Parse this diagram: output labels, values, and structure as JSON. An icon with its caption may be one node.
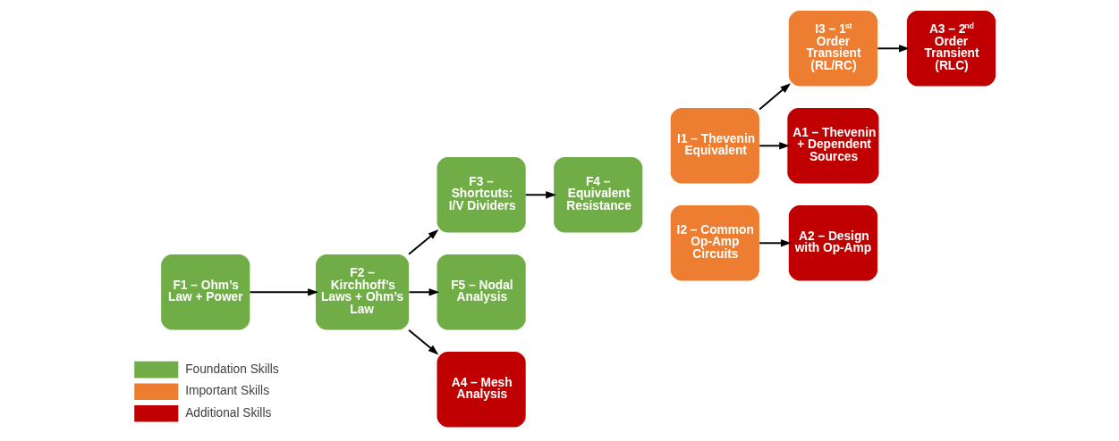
{
  "diagram": {
    "nodes": [
      {
        "text": [
          "F1 – Ohm’s Law + Power"
        ]
      },
      {
        "text": [
          "F2 – Kirchhoff’s Laws + Ohm’s Law"
        ]
      },
      {
        "text": [
          "F3 – Shortcuts: I/V Dividers"
        ]
      },
      {
        "text": [
          "F4 – Equivalent Resistance"
        ]
      },
      {
        "text": [
          "F5 – Nodal Analysis"
        ]
      },
      {
        "text": [
          "A4 – Mesh Analysis"
        ]
      },
      {
        "text": [
          "I1 – Thevenin Equivalent"
        ]
      },
      {
        "text": [
          "I2 – Common Op-Amp Circuits"
        ]
      },
      {
        "text": [
          "I3 – 1$^{st}$ Order Transient (RL/RC)"
        ]
      },
      {
        "text": [
          "A3 – 2$^{nd}$ Order Transient (RLC)"
        ]
      },
      {
        "text": [
          "A1 – Thevenin + Dependent Sources"
        ]
      },
      {
        "text": [
          "A2 – Design with Op-Amp"
        ]
      }
    ],
    "edges": [
      {
        "from": 0,
        "to": 1,
        "arrow": "to"
      },
      {
        "from": 1,
        "to": 2,
        "arrow": "to"
      },
      {
        "from": 1,
        "to": 4,
        "arrow": "to"
      },
      {
        "from": 1,
        "to": 5,
        "arrow": "to"
      },
      {
        "from": 2,
        "to": 3,
        "arrow": "to"
      },
      {
        "from": 6,
        "to": 8,
        "arrow": "to"
      },
      {
        "from": 6,
        "to": 10,
        "arrow": "to"
      },
      {
        "from": 7,
        "to": 11,
        "arrow": "to"
      },
      {
        "from": 8,
        "to": 9,
        "arrow": "to"
      }
    ],
    "legend": [
      {
        "text": "Foundation Skills",
        "color": "#70ad47"
      },
      {
        "text": "Important Skills",
        "color": "#ed7d31"
      },
      {
        "text": "Additional Skills",
        "color": "#c00000"
      }
    ]
  }
}
